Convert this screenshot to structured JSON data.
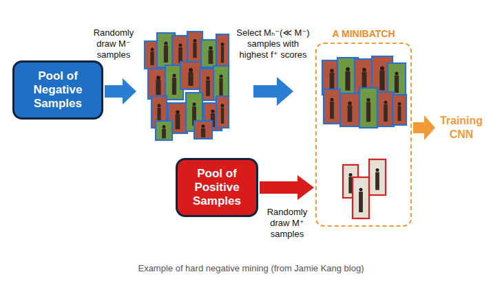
{
  "diagram": {
    "caption": "Example of hard negative mining (from Jamie Kang blog)",
    "nodes": [
      {
        "text": [
          "Pool of Negative Samples"
        ]
      },
      {
        "text": [
          "A MINIBATCH"
        ]
      },
      {
        "text": [
          "Pool of Positive Samples"
        ]
      }
    ],
    "edges": [
      {
        "from": 2,
        "to": 1,
        "arrow": "to",
        "label": "Randomly draw M⁺ samples"
      }
    ],
    "labels": [
      "Randomly draw M⁻ samples",
      "Select Mₕ⁻(≪ M⁻) samples with highest f⁺ scores",
      "Training CNN"
    ]
  }
}
